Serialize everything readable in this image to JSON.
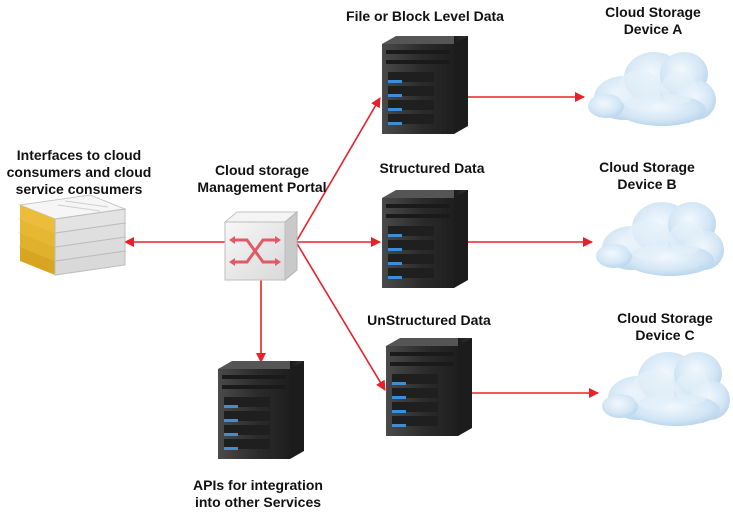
{
  "colors": {
    "arrow": "#e8202a",
    "server_body": "#2f2f2f",
    "server_led": "#3a8fd8",
    "cloud": "#cfe3f3",
    "switch_body": "#ececec",
    "switch_arrows": "#e05a66"
  },
  "nodes": {
    "interfaces": {
      "label_lines": [
        "Interfaces to cloud",
        "consumers and cloud",
        "service consumers"
      ],
      "icon": "server-rack-stack-icon"
    },
    "portal": {
      "label_lines": [
        "Cloud storage",
        "Management Portal"
      ],
      "icon": "switch-icon"
    },
    "apis": {
      "label_lines": [
        "APIs for integration",
        "into other Services"
      ],
      "icon": "server-tower-icon"
    },
    "file_block": {
      "label_lines": [
        "File or Block Level Data"
      ],
      "icon": "server-tower-icon"
    },
    "structured": {
      "label_lines": [
        "Structured Data"
      ],
      "icon": "server-tower-icon"
    },
    "unstructured": {
      "label_lines": [
        "UnStructured Data"
      ],
      "icon": "server-tower-icon"
    },
    "cloud_a": {
      "label_lines": [
        "Cloud Storage",
        "Device A"
      ],
      "icon": "cloud-icon"
    },
    "cloud_b": {
      "label_lines": [
        "Cloud Storage",
        "Device B"
      ],
      "icon": "cloud-icon"
    },
    "cloud_c": {
      "label_lines": [
        "Cloud Storage",
        "Device C"
      ],
      "icon": "cloud-icon"
    }
  }
}
